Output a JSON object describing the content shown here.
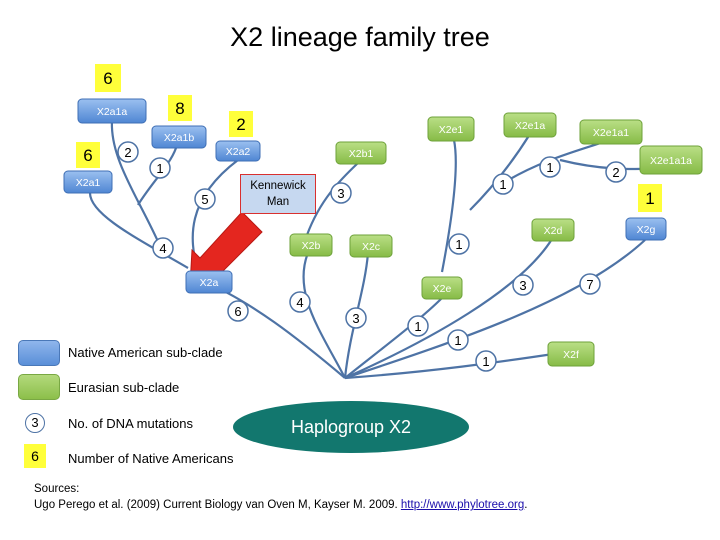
{
  "title": "X2 lineage family tree",
  "root": {
    "label": "Haplogroup X2"
  },
  "colors": {
    "native": "#6c9fe0",
    "eurasian": "#98c85a",
    "branch": "#4e73a5",
    "root": "#12776e",
    "highlight": "#ffff3a",
    "arrow": "#e4261f"
  },
  "nodes": [
    {
      "id": "X2a1a",
      "label": "X2a1a",
      "group": "native"
    },
    {
      "id": "X2a1b",
      "label": "X2a1b",
      "group": "native"
    },
    {
      "id": "X2a2",
      "label": "X2a2",
      "group": "native"
    },
    {
      "id": "X2a1",
      "label": "X2a1",
      "group": "native"
    },
    {
      "id": "X2a",
      "label": "X2a",
      "group": "native"
    },
    {
      "id": "X2g",
      "label": "X2g",
      "group": "native"
    },
    {
      "id": "X2b1",
      "label": "X2b1",
      "group": "eurasian"
    },
    {
      "id": "X2b",
      "label": "X2b",
      "group": "eurasian"
    },
    {
      "id": "X2c",
      "label": "X2c",
      "group": "eurasian"
    },
    {
      "id": "X2e1",
      "label": "X2e1",
      "group": "eurasian"
    },
    {
      "id": "X2e1a",
      "label": "X2e1a",
      "group": "eurasian"
    },
    {
      "id": "X2e1a1",
      "label": "X2e1a1",
      "group": "eurasian"
    },
    {
      "id": "X2e1a1a",
      "label": "X2e1a1a",
      "group": "eurasian"
    },
    {
      "id": "X2d",
      "label": "X2d",
      "group": "eurasian"
    },
    {
      "id": "X2e",
      "label": "X2e",
      "group": "eurasian"
    },
    {
      "id": "X2f",
      "label": "X2f",
      "group": "eurasian"
    }
  ],
  "mutations": [
    {
      "id": "m-x2a1a",
      "value": "2"
    },
    {
      "id": "m-x2a1b",
      "value": "1"
    },
    {
      "id": "m-x2a1",
      "value": "4"
    },
    {
      "id": "m-x2a2",
      "value": "5"
    },
    {
      "id": "m-x2a",
      "value": "6"
    },
    {
      "id": "m-x2b1",
      "value": "3"
    },
    {
      "id": "m-x2b",
      "value": "4"
    },
    {
      "id": "m-x2c",
      "value": "3"
    },
    {
      "id": "m-x2e",
      "value": "1"
    },
    {
      "id": "m-x2e1",
      "value": "1"
    },
    {
      "id": "m-x2e1a",
      "value": "1"
    },
    {
      "id": "m-x2e1a1",
      "value": "1"
    },
    {
      "id": "m-x2e1a1a",
      "value": "2"
    },
    {
      "id": "m-x2d",
      "value": "3"
    },
    {
      "id": "m-x2g",
      "value": "7"
    },
    {
      "id": "m-trunk",
      "value": "1"
    },
    {
      "id": "m-x2f",
      "value": "1"
    }
  ],
  "native_counts": [
    {
      "id": "c-x2a1a",
      "value": "6"
    },
    {
      "id": "c-x2a1b",
      "value": "8"
    },
    {
      "id": "c-x2a2",
      "value": "2"
    },
    {
      "id": "c-x2a1",
      "value": "6"
    },
    {
      "id": "c-x2g",
      "value": "1"
    }
  ],
  "kennewick": {
    "line1": "Kennewick",
    "line2": "Man"
  },
  "legend": [
    {
      "type": "native",
      "label": "Native American sub-clade"
    },
    {
      "type": "eurasian",
      "label": "Eurasian sub-clade"
    },
    {
      "type": "mutation",
      "sample": "3",
      "label": "No. of DNA mutations"
    },
    {
      "type": "count",
      "sample": "6",
      "label": "Number of Native Americans"
    }
  ],
  "sources": {
    "heading": "Sources:",
    "text": "Ugo Perego et al. (2009) Current Biology van Oven M, Kayser M. 2009. ",
    "link": "http://www.phylotree.org",
    "suffix": "."
  }
}
